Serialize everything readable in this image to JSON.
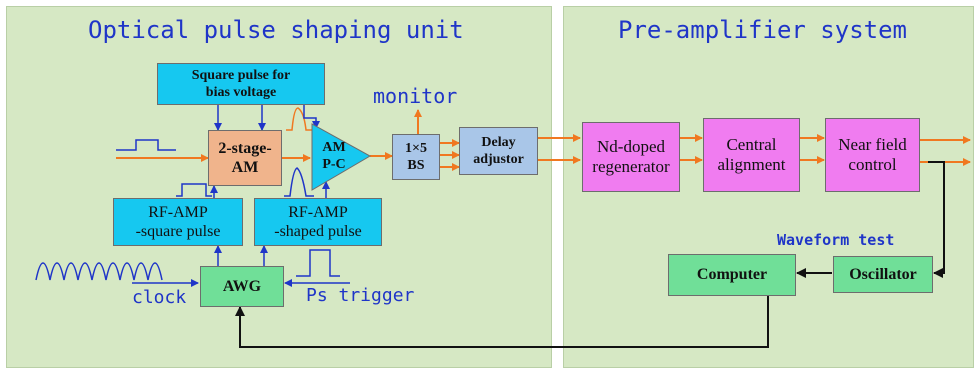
{
  "panels": {
    "left_title": "Optical pulse shaping unit",
    "right_title": "Pre-amplifier system"
  },
  "blocks": {
    "square_bias": "Square pulse for\nbias voltage",
    "am2": "2-stage-\nAM",
    "ampc": "AM\nP-C",
    "bs": "1×5\nBS",
    "delay": "Delay\nadjustor",
    "rf_square": "RF-AMP\n-square pulse",
    "rf_shaped": "RF-AMP\n-shaped pulse",
    "awg": "AWG",
    "nd": "Nd-doped\nregenerator",
    "central": "Central\nalignment",
    "nearfield": "Near field\ncontrol",
    "computer": "Computer",
    "oscillator": "Oscillator"
  },
  "labels": {
    "monitor": "monitor",
    "clock": "clock",
    "ps_trigger": "Ps trigger",
    "waveform_test": "Waveform test"
  },
  "colors": {
    "panel": "#d6e8c4",
    "optical_line": "#f07820",
    "electrical_line": "#1f35c8",
    "cyan_box": "#16c8f0",
    "magenta_box": "#f07cf0",
    "green_box": "#70df98",
    "title_text": "#1f35c8"
  }
}
